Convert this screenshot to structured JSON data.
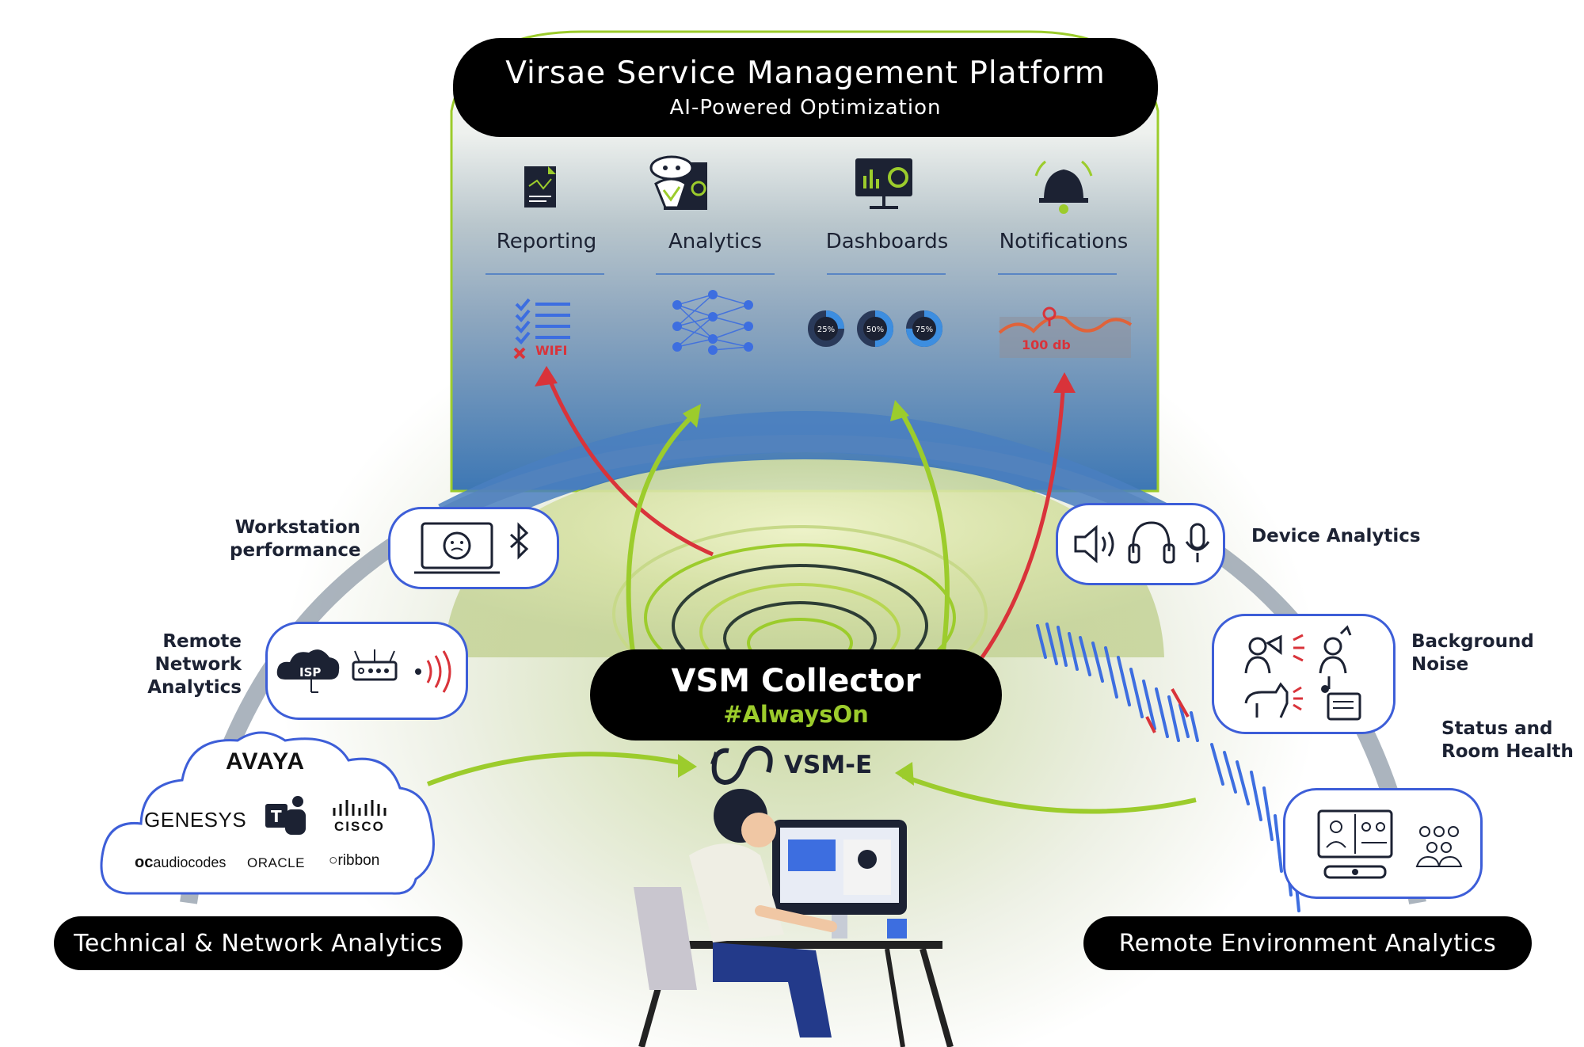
{
  "platform": {
    "title": "Virsae Service Management Platform",
    "subtitle": "AI-Powered Optimization"
  },
  "features": [
    {
      "label": "Reporting",
      "icon": "report-document-icon"
    },
    {
      "label": "Analytics",
      "icon": "robot-analytics-icon"
    },
    {
      "label": "Dashboards",
      "icon": "dashboard-monitor-icon"
    },
    {
      "label": "Notifications",
      "icon": "bell-icon"
    }
  ],
  "feature_visuals": {
    "reporting_tag": "WIFI",
    "donuts": [
      {
        "label": "25%",
        "value": 25
      },
      {
        "label": "50%",
        "value": 50
      },
      {
        "label": "75%",
        "value": 75
      }
    ],
    "noise_label": "100 db"
  },
  "collector": {
    "title": "VSM Collector",
    "hashtag": "#AlwaysOn",
    "agent": "VSM-E"
  },
  "left_labels": {
    "workstation": [
      "Workstation",
      "performance"
    ],
    "remote_network": [
      "Remote Network",
      "Analytics"
    ],
    "isp": "ISP"
  },
  "right_labels": {
    "device": "Device Analytics",
    "background": [
      "Background",
      "Noise"
    ],
    "status": [
      "Status and",
      "Room Health"
    ]
  },
  "vendors": [
    "AVAYA",
    "GENESYS",
    "CISCO",
    "audiocodes",
    "ORACLE",
    "ribbon"
  ],
  "bottom": {
    "left": "Technical & Network Analytics",
    "right": "Remote Environment Analytics"
  },
  "colors": {
    "accent_green": "#9ccc2c",
    "accent_blue": "#3d5ed8",
    "arrow_red": "#d9333a",
    "pill_black": "#000000"
  }
}
